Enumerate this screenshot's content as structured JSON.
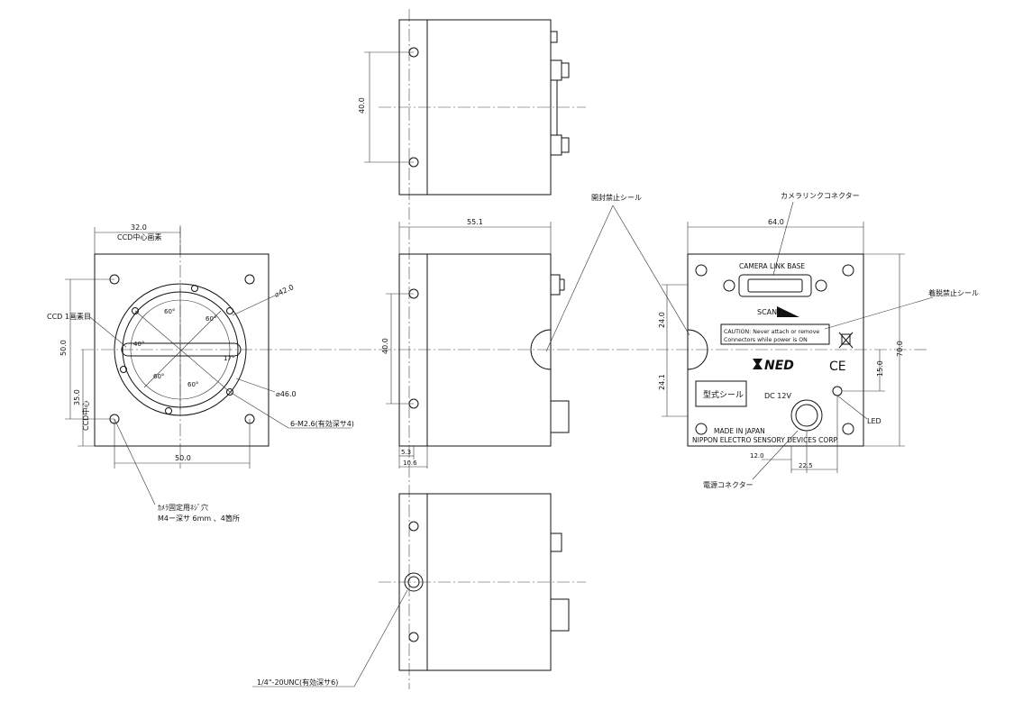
{
  "front_view": {
    "dim_top": "32.0",
    "dim_top_label": "CCD中心画素",
    "pixel_label": "CCD 1画素目",
    "dim_left_total": "50.0",
    "dim_left_center": "35.0",
    "dim_left_center_label": "CCD中心",
    "dim_bottom": "50.0",
    "dia_outer": "⌀42.0",
    "dia_inner": "⌀46.0",
    "angle_60": "60°",
    "angle_60b": "60°",
    "angle_60c": "60°",
    "angle_60d": "60°",
    "angle_40": "40°",
    "angle_17": "17°",
    "screw_note": "6-M2.6(有効深サ4)",
    "mount_note_line1": "ｶﾒﾗ固定用ﾈｼﾞ穴",
    "mount_note_line2": "M4ー深サ 6mm 、4箇所"
  },
  "top_view": {
    "dim_holes": "40.0"
  },
  "side_view": {
    "dim_length": "55.1",
    "dim_holes": "40.0",
    "dim_a": "5.3",
    "dim_b": "10.6",
    "seal_label": "開封禁止シール"
  },
  "bottom_view": {
    "tripod_note": "1/4\"-20UNC(有効深サ6)"
  },
  "rear_view": {
    "dim_width": "64.0",
    "dim_height": "70.0",
    "dim_upper": "24.0",
    "dim_lower": "24.1",
    "dim_led": "15.0",
    "dim_12": "12.0",
    "dim_225": "22.5",
    "connector_label": "カメラリンクコネクター",
    "connector_text": "CAMERA LINK BASE",
    "scan_text": "SCAN",
    "caution_line1": "CAUTION: Never attach or remove",
    "caution_line2": "Connectors while power is ON",
    "seal_label": "着脱禁止シール",
    "logo": "NED",
    "ce_mark": "CE",
    "model_seal": "型式シール",
    "power_spec": "DC 12V",
    "led_label": "LED",
    "made_in": "MADE IN JAPAN",
    "company": "NIPPON ELECTRO SENSORY DEVICES CORP.",
    "power_connector_label": "電源コネクター"
  }
}
